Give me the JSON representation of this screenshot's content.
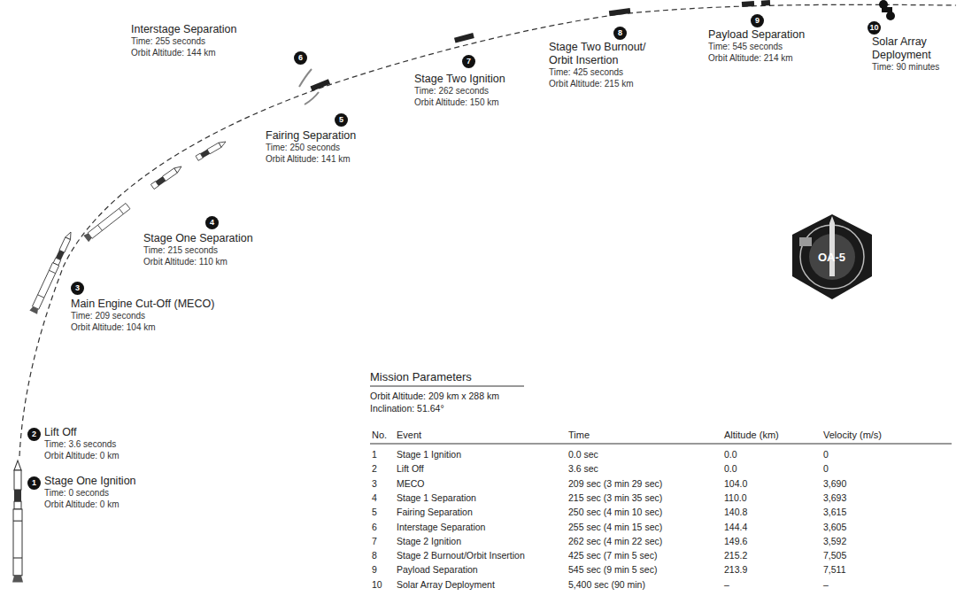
{
  "diagram": {
    "labels": [
      "1",
      "Stage One Ignition",
      "Time: 0 seconds",
      "Orbit Altitude: 0 km",
      "2",
      "Lift Off",
      "Time: 3.6 seconds",
      "Orbit Altitude: 0 km",
      "3",
      "Main Engine Cut-Off (MECO)",
      "Time: 209 seconds",
      "Orbit Altitude: 104 km",
      "4",
      "Stage One Separation",
      "Time: 215 seconds",
      "Orbit Altitude: 110 km",
      "5",
      "Fairing Separation",
      "Time: 250 seconds",
      "Orbit Altitude: 141 km",
      "6",
      "Interstage Separation",
      "Time: 255 seconds",
      "Orbit Altitude: 144 km",
      "7",
      "Stage Two Ignition",
      "Time: 262 seconds",
      "Orbit Altitude: 150 km",
      "8",
      "Stage Two Burnout/ Orbit Insertion",
      "Time: 425 seconds",
      "Orbit Altitude: 215 km",
      "9",
      "Payload Separation",
      "Time: 545 seconds",
      "Orbit Altitude: 214 km",
      "10",
      "Solar Array Deployment",
      "Time: 90 minutes",
      "OA-5",
      "Mission Parameters",
      "Orbit Altitude: 209 km x 288 km",
      "Inclination: 51.64°",
      "No.",
      "Event",
      "Time",
      "Altitude (km)",
      "Velocity (m/s)",
      "1",
      "Stage 1 Ignition",
      "0.0 sec",
      "0.0",
      "0",
      "2",
      "Lift Off",
      "3.6 sec",
      "0.0",
      "0",
      "3",
      "MECO",
      "209 sec (3 min 29 sec)",
      "104.0",
      "3,690",
      "4",
      "Stage 1 Separation",
      "215 sec (3 min 35 sec)",
      "110.0",
      "3,693",
      "5",
      "Fairing Separation",
      "250 sec (4 min 10 sec)",
      "140.8",
      "3,615",
      "6",
      "Interstage Separation",
      "255 sec (4 min 15 sec)",
      "144.4",
      "3,605",
      "7",
      "Stage 2 Ignition",
      "262 sec (4 min 22 sec)",
      "149.6",
      "3,592",
      "8",
      "Stage 2 Burnout/Orbit Insertion",
      "425 sec (7 min 5 sec)",
      "215.2",
      "7,505",
      "9",
      "Payload Separation",
      "545 sec (9 min 5 sec)",
      "213.9",
      "7,511",
      "10",
      "Solar Array Deployment",
      "5,400 sec (90 min)",
      "–",
      "–"
    ]
  }
}
